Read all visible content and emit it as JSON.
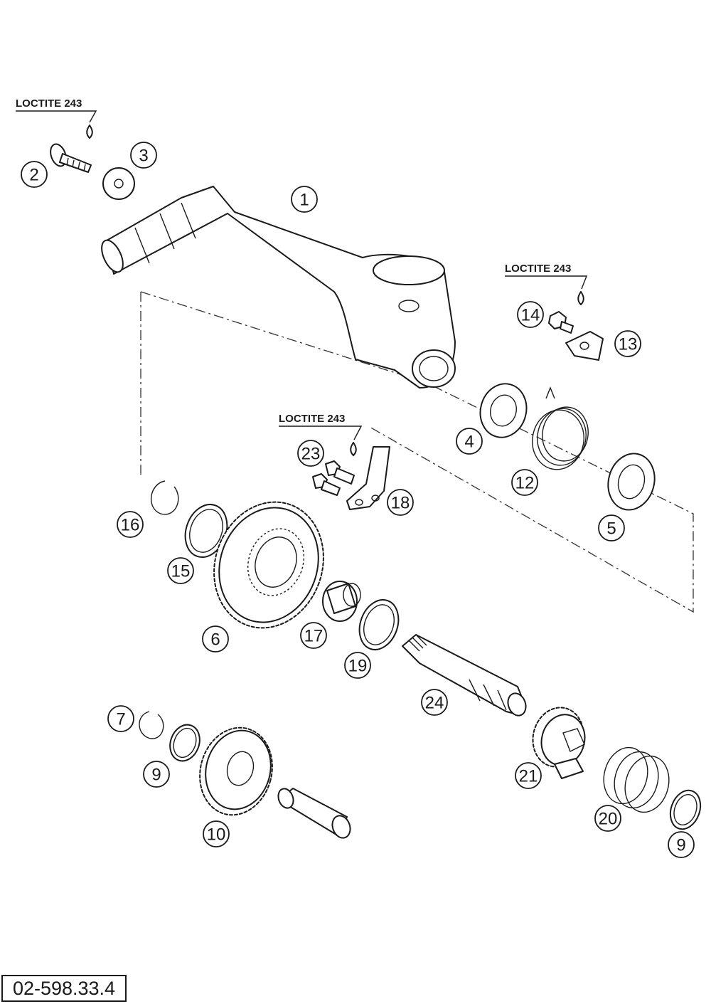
{
  "diagram": {
    "loctite_labels": [
      "LOCTITE 243",
      "LOCTITE 243",
      "LOCTITE 243"
    ],
    "callouts": [
      "1",
      "2",
      "3",
      "4",
      "5",
      "6",
      "7",
      "9",
      "9",
      "10",
      "12",
      "13",
      "14",
      "15",
      "16",
      "17",
      "18",
      "19",
      "20",
      "21",
      "23",
      "24"
    ],
    "reference_code": "02-598.33.4"
  }
}
